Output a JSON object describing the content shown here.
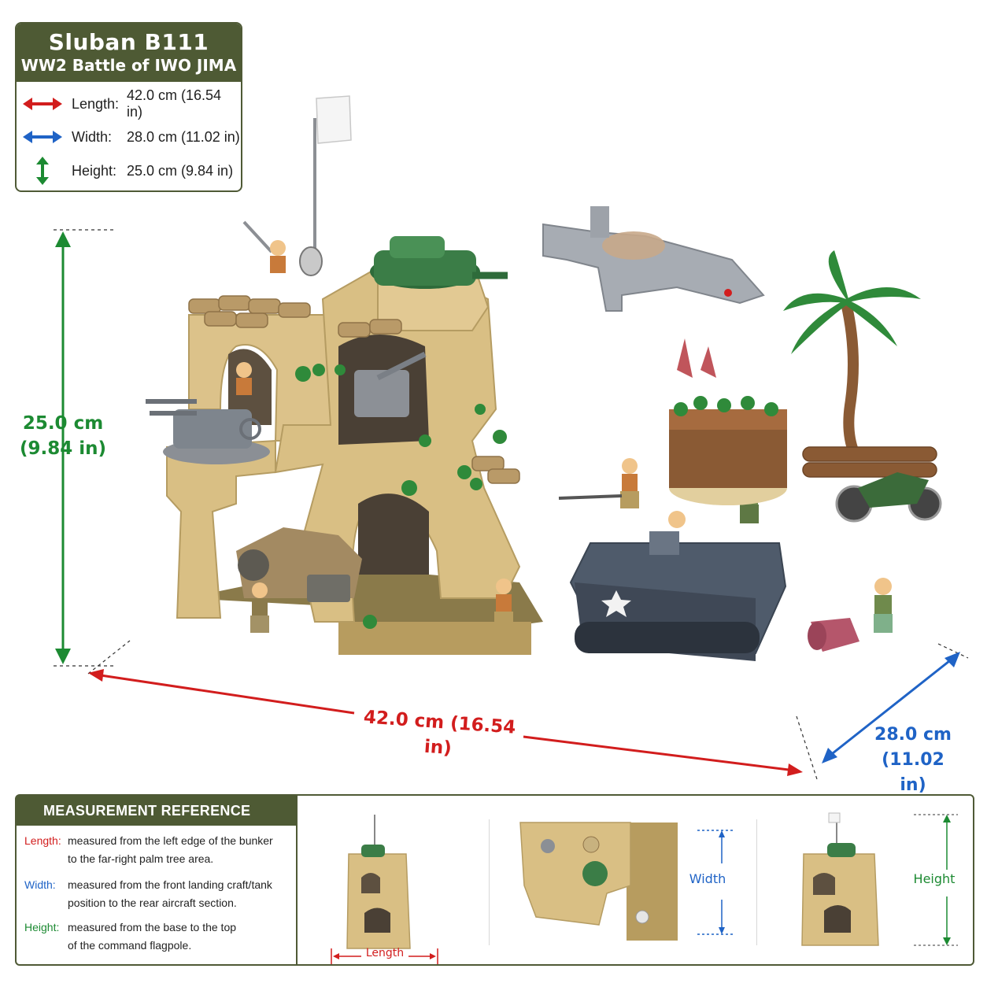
{
  "spec_card": {
    "title": "Sluban B111",
    "subtitle": "WW2 Battle of IWO JIMA",
    "rows": [
      {
        "label": "Length:",
        "value": "42.0 cm (16.54 in)",
        "icon": "red-double-arrow-icon",
        "color": "#d21d1d"
      },
      {
        "label": "Width:",
        "value": "28.0 cm (11.02 in)",
        "icon": "blue-double-arrow-icon",
        "color": "#1f63c6"
      },
      {
        "label": "Height:",
        "value": "25.0 cm (9.84 in)",
        "icon": "green-vertical-arrow-icon",
        "color": "#1c8a32"
      }
    ]
  },
  "dimensions": {
    "height_cm": "25.0 cm",
    "height_in": "(9.84 in)",
    "length": "42.0 cm (16.54 in)",
    "width_cm": "28.0 cm",
    "width_in": "(11.02 in)"
  },
  "reference": {
    "heading": "MEASUREMENT REFERENCE",
    "items": [
      {
        "key": "Length:",
        "line1": "measured from the left edge of the bunker",
        "line2": "to the far-right palm tree area.",
        "color": "#d21d1d"
      },
      {
        "key": "Width:",
        "line1": "measured from the front landing craft/tank",
        "line2": "position to the rear aircraft section.",
        "color": "#1f63c6"
      },
      {
        "key": "Height:",
        "line1": "measured from the base to the top",
        "line2": "of the command flagpole.",
        "color": "#1c8a32"
      }
    ],
    "panel_labels": {
      "length": "Length",
      "width": "Width",
      "height": "Height"
    }
  },
  "colors": {
    "brand_olive": "#4e5a34",
    "length_red": "#d21d1d",
    "width_blue": "#1f63c6",
    "height_green": "#1c8a32",
    "sand": "#d9bf84",
    "tank_grey": "#4f5b6b",
    "plant_green": "#2f8a3a"
  }
}
